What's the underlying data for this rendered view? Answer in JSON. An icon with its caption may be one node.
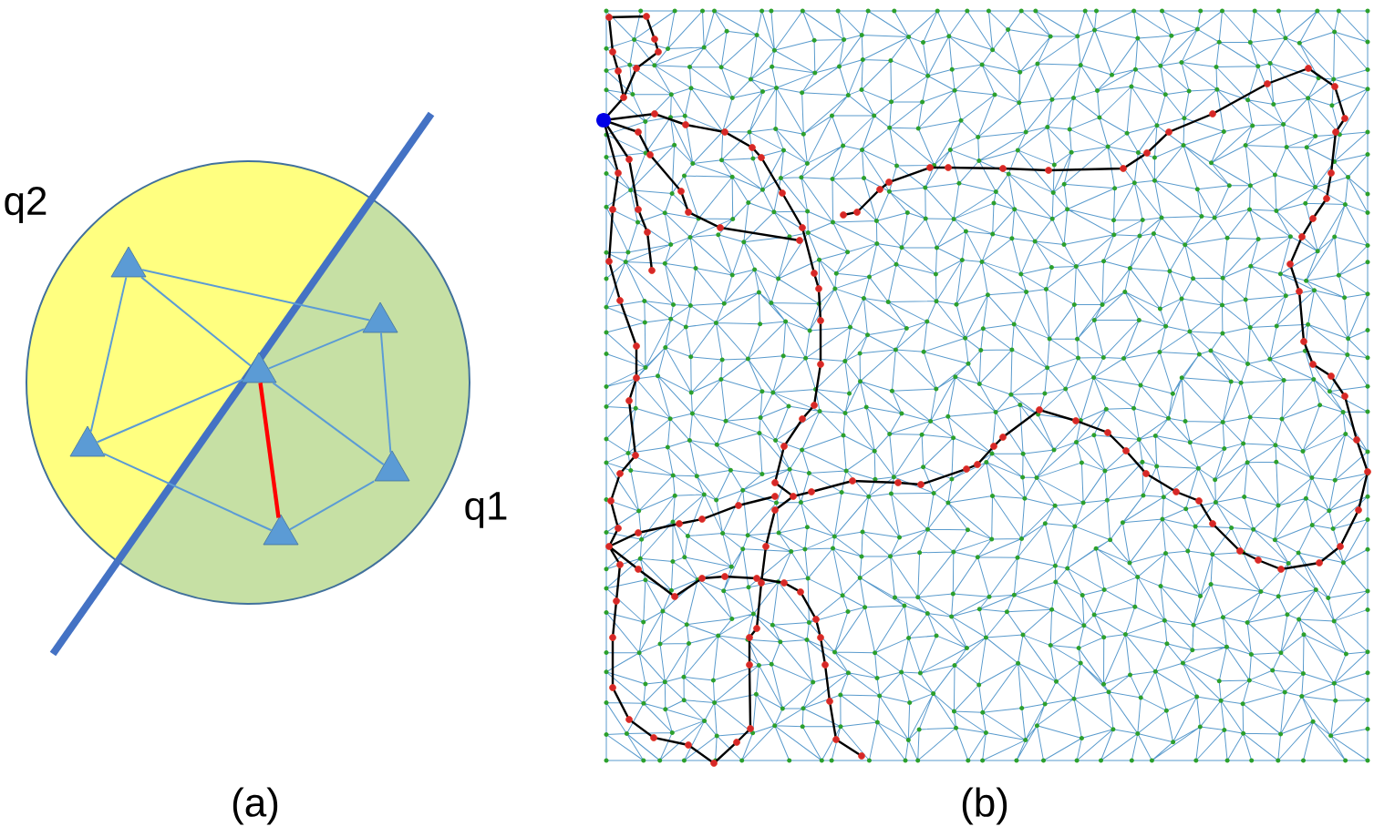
{
  "diagram": {
    "nodes": [
      {
        "text": [],
        "shape": "triangle"
      },
      {
        "text": [],
        "shape": "triangle"
      },
      {
        "text": [],
        "shape": "triangle"
      },
      {
        "text": [],
        "shape": "triangle"
      },
      {
        "text": [],
        "shape": "triangle"
      },
      {
        "text": [],
        "shape": "triangle"
      }
    ],
    "edges": [
      {
        "from": 0,
        "to": 1,
        "arrow": "none"
      },
      {
        "from": 0,
        "to": 2,
        "arrow": "none"
      },
      {
        "from": 0,
        "to": 3,
        "arrow": "none"
      },
      {
        "from": 2,
        "to": 1,
        "arrow": "none"
      },
      {
        "from": 2,
        "to": 3,
        "arrow": "none"
      },
      {
        "from": 2,
        "to": 5,
        "arrow": "none",
        "style": "thick",
        "color": "#ff0000"
      },
      {
        "from": 2,
        "to": 4,
        "arrow": "none"
      },
      {
        "from": 1,
        "to": 4,
        "arrow": "none"
      },
      {
        "from": 4,
        "to": 5,
        "arrow": "none"
      },
      {
        "from": 3,
        "to": 5,
        "arrow": "none"
      }
    ],
    "labels": [
      "q2",
      "q1",
      "(a)",
      "(b)"
    ]
  }
}
